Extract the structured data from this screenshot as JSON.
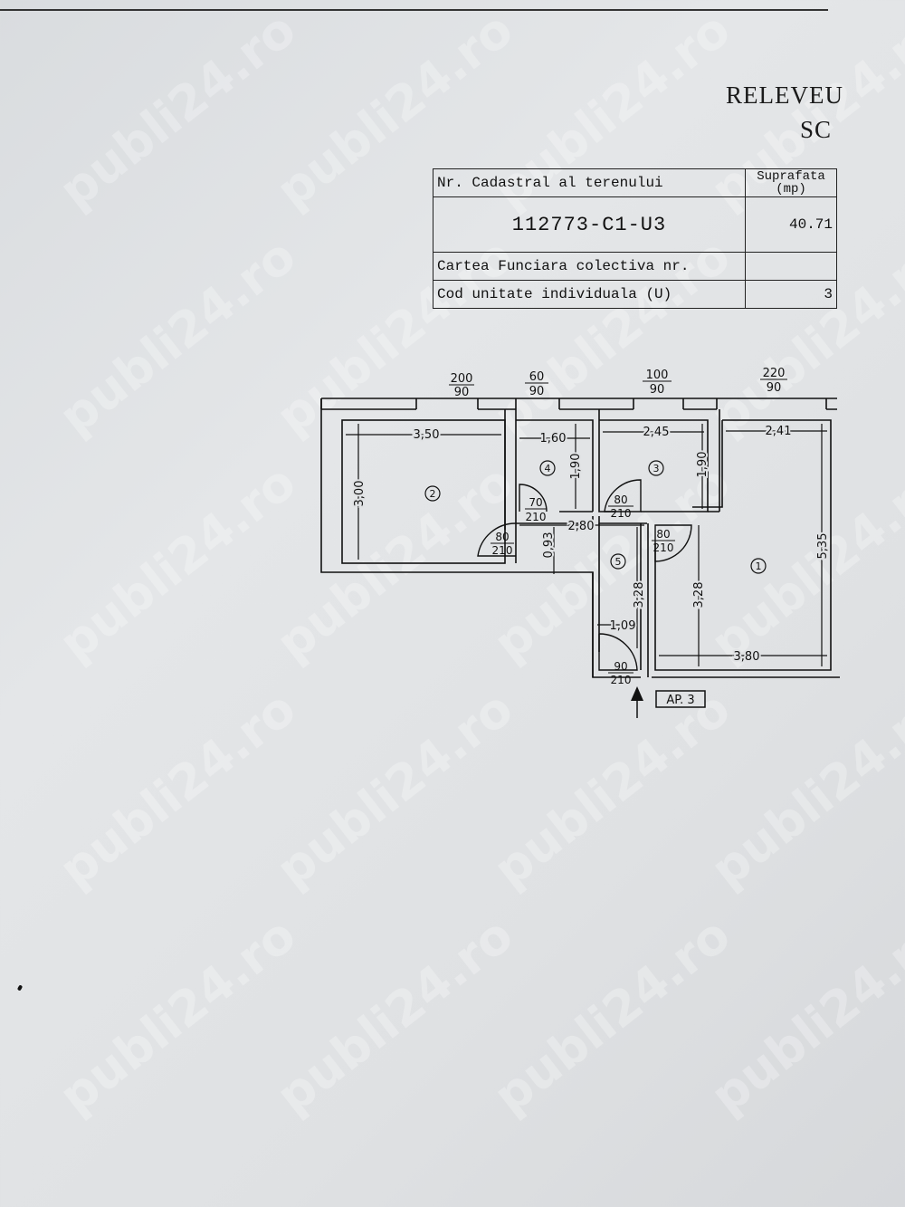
{
  "watermark": "publi24.ro",
  "header": {
    "title_line1": "RELEVEU",
    "title_line2": "SC"
  },
  "table": {
    "row1_label": "Nr. Cadastral al terenului",
    "row1_value_top": "Suprafata",
    "row1_value_bottom": "(mp)",
    "cadastral_number": "112773-C1-U3",
    "area": "40.71",
    "row3_label": "Cartea Funciara colectiva nr.",
    "row3_value": "",
    "row4_label": "Cod unitate individuala (U)",
    "row4_value": "3"
  },
  "plan": {
    "windows": [
      {
        "top": "200",
        "bottom": "90"
      },
      {
        "top": "60",
        "bottom": "90"
      },
      {
        "top": "100",
        "bottom": "90"
      },
      {
        "top": "220",
        "bottom": "90"
      }
    ],
    "rooms": [
      "1",
      "2",
      "3",
      "4",
      "5"
    ],
    "dimensions": {
      "r2_width": "3,50",
      "r2_height": "3,00",
      "r4_width": "1,60",
      "r4_height": "1,90",
      "r3_width": "2,45",
      "r3_height": "1,90",
      "r1_width_top": "2,41",
      "r1_height": "5,35",
      "r1_width_bottom": "3,80",
      "r1_inner_height": "3,28",
      "hall_width": "2,80",
      "hall_small": "0,93",
      "hall_height": "3,28",
      "hall_entry_width": "1,09"
    },
    "doors": [
      {
        "top": "70",
        "bottom": "210"
      },
      {
        "top": "80",
        "bottom": "210"
      },
      {
        "top": "80",
        "bottom": "210"
      },
      {
        "top": "80",
        "bottom": "210"
      },
      {
        "top": "90",
        "bottom": "210"
      }
    ],
    "entrance_label": "AP. 3"
  }
}
